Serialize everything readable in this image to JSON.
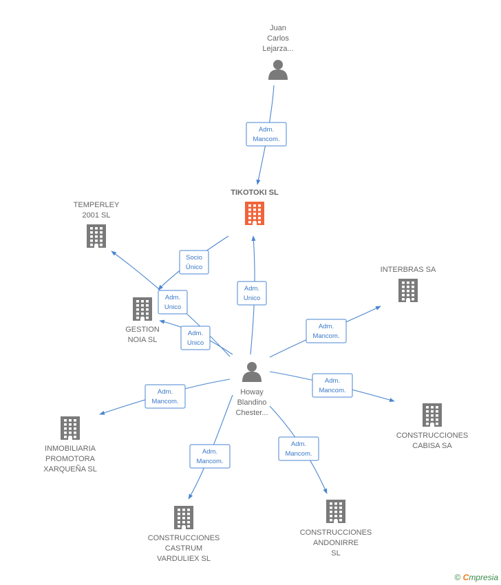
{
  "colors": {
    "edge": "#4a86d0",
    "company": "#7a7a7a",
    "company_main": "#f0643a",
    "person": "#7a7a7a",
    "label": "#666666"
  },
  "nodes": [
    {
      "id": "juan",
      "kind": "person",
      "label": [
        "Juan",
        "Carlos",
        "Lejarza..."
      ]
    },
    {
      "id": "tikotoki",
      "kind": "company",
      "main": true,
      "label": [
        "TIKOTOKI  SL"
      ]
    },
    {
      "id": "temperley",
      "kind": "company",
      "label": [
        "TEMPERLEY",
        "2001 SL"
      ]
    },
    {
      "id": "gestion",
      "kind": "company",
      "label": [
        "GESTION",
        "NOIA SL"
      ]
    },
    {
      "id": "interbras",
      "kind": "company",
      "label": [
        "INTERBRAS SA"
      ]
    },
    {
      "id": "howay",
      "kind": "person",
      "label": [
        "Howay",
        "Blandino",
        "Chester..."
      ]
    },
    {
      "id": "cabisa",
      "kind": "company",
      "label": [
        "CONSTRUCCIONES",
        "CABISA SA"
      ]
    },
    {
      "id": "inmobiliaria",
      "kind": "company",
      "label": [
        "INMOBILIARIA",
        "PROMOTORA",
        "XARQUEÑA  SL"
      ]
    },
    {
      "id": "castrum",
      "kind": "company",
      "label": [
        "CONSTRUCCIONES",
        "CASTRUM",
        "VARDULIEX  SL"
      ]
    },
    {
      "id": "andonirre",
      "kind": "company",
      "label": [
        "CONSTRUCCIONES",
        "ANDONIRRE",
        "SL"
      ]
    }
  ],
  "edges": [
    {
      "id": "juan-tikotoki",
      "label": [
        "Adm.",
        "Mancom."
      ]
    },
    {
      "id": "tikotoki-temperley",
      "label": [
        "Socio",
        "Único"
      ]
    },
    {
      "id": "howay-temperley",
      "label": [
        "Adm.",
        "Unico"
      ]
    },
    {
      "id": "howay-gestion",
      "label": [
        "Adm.",
        "Unico"
      ]
    },
    {
      "id": "howay-tikotoki",
      "label": [
        "Adm.",
        "Unico"
      ]
    },
    {
      "id": "howay-interbras",
      "label": [
        "Adm.",
        "Mancom."
      ]
    },
    {
      "id": "howay-cabisa",
      "label": [
        "Adm.",
        "Mancom."
      ]
    },
    {
      "id": "howay-inmobiliaria",
      "label": [
        "Adm.",
        "Mancom."
      ]
    },
    {
      "id": "howay-castrum",
      "label": [
        "Adm.",
        "Mancom."
      ]
    },
    {
      "id": "howay-andonirre",
      "label": [
        "Adm.",
        "Mancom."
      ]
    }
  ],
  "footer": {
    "copyright": "©",
    "brand_initial": "C",
    "brand_rest": "mpresia"
  }
}
